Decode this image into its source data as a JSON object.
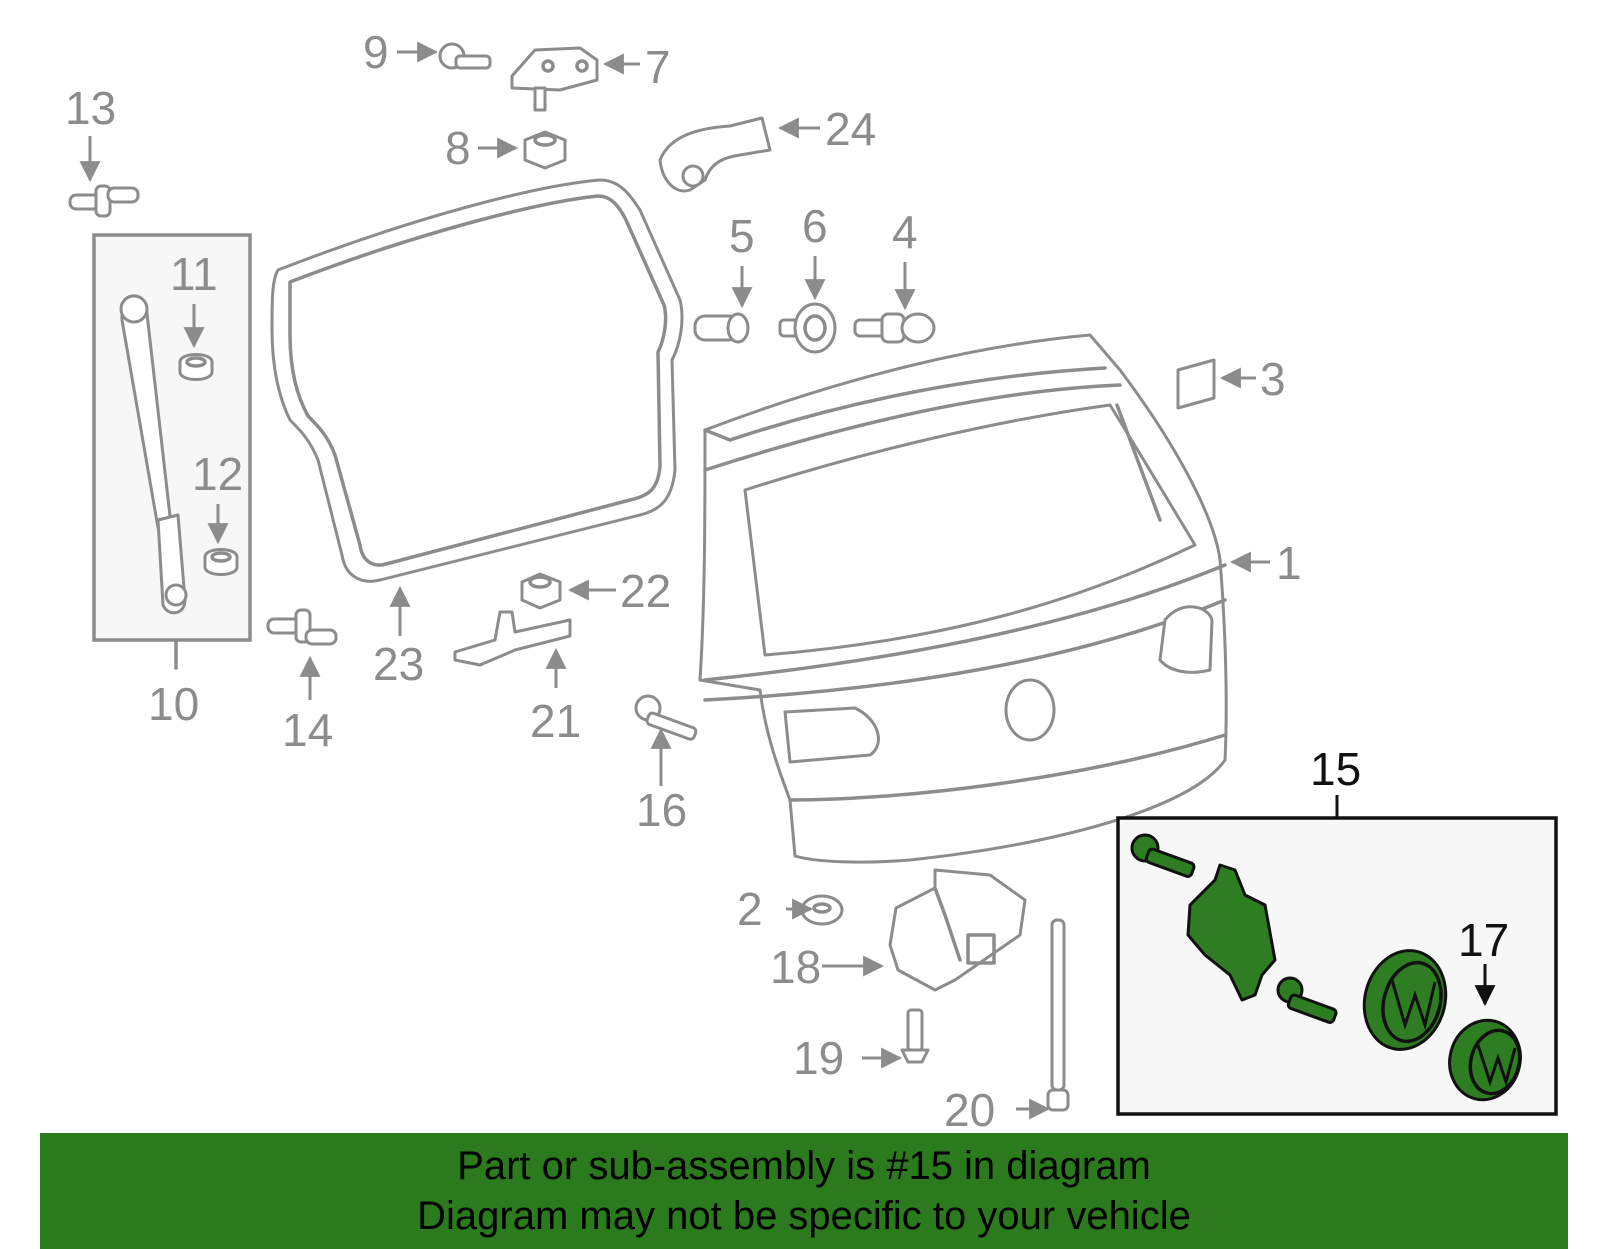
{
  "callouts": [
    {
      "id": "1",
      "label": "1"
    },
    {
      "id": "2",
      "label": "2"
    },
    {
      "id": "3",
      "label": "3"
    },
    {
      "id": "4",
      "label": "4"
    },
    {
      "id": "5",
      "label": "5"
    },
    {
      "id": "6",
      "label": "6"
    },
    {
      "id": "7",
      "label": "7"
    },
    {
      "id": "8",
      "label": "8"
    },
    {
      "id": "9",
      "label": "9"
    },
    {
      "id": "10",
      "label": "10"
    },
    {
      "id": "11",
      "label": "11"
    },
    {
      "id": "12",
      "label": "12"
    },
    {
      "id": "13",
      "label": "13"
    },
    {
      "id": "14",
      "label": "14"
    },
    {
      "id": "15",
      "label": "15"
    },
    {
      "id": "16",
      "label": "16"
    },
    {
      "id": "17",
      "label": "17"
    },
    {
      "id": "18",
      "label": "18"
    },
    {
      "id": "19",
      "label": "19"
    },
    {
      "id": "20",
      "label": "20"
    },
    {
      "id": "21",
      "label": "21"
    },
    {
      "id": "22",
      "label": "22"
    },
    {
      "id": "23",
      "label": "23"
    },
    {
      "id": "24",
      "label": "24"
    }
  ],
  "highlighted_part": "15",
  "colors": {
    "part_outline": "#8c8c8c",
    "highlight_fill": "#2f7d22",
    "banner_bg": "#2b7a1d",
    "banner_text": "#000000"
  },
  "banner": {
    "line1": "Part or sub-assembly is #15 in diagram",
    "line2": "Diagram may not be specific to your vehicle"
  }
}
